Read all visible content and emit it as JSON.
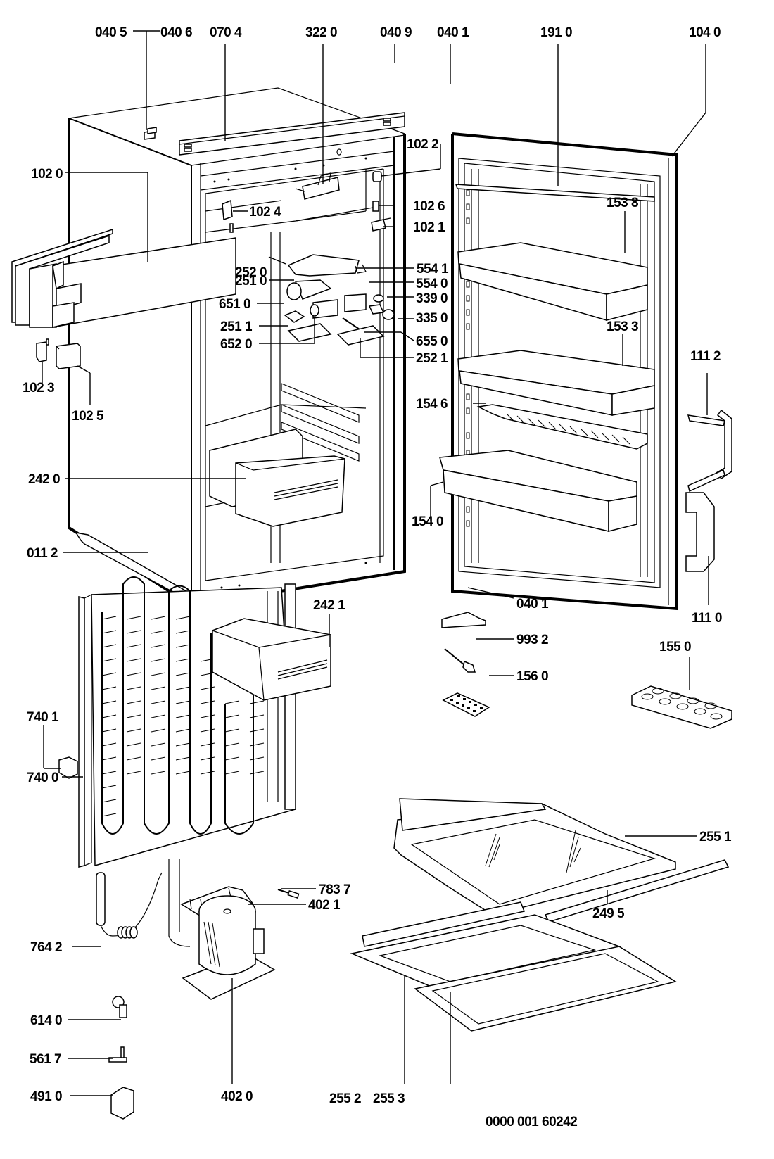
{
  "diagram": {
    "title": "Refrigerator exploded parts diagram",
    "document_number": "0000 001 60242",
    "labels": {
      "p0405": "040 5",
      "p0406": "040 6",
      "p0704": "070 4",
      "p3220": "322 0",
      "p0409": "040 9",
      "p0401_top": "040 1",
      "p1910": "191 0",
      "p1040": "104 0",
      "p1022": "102 2",
      "p1020": "102 0",
      "p1024": "102 4",
      "p1026": "102 6",
      "p1021": "102 1",
      "p1538": "153 8",
      "p2520": "252 0",
      "p5541": "554 1",
      "p2510": "251 0",
      "p5540": "554 0",
      "p6510": "651 0",
      "p3390": "339 0",
      "p3350": "335 0",
      "p2511": "251 1",
      "p1533": "153 3",
      "p6550": "655 0",
      "p6520": "652 0",
      "p2521": "252 1",
      "p1023": "102 3",
      "p1025": "102 5",
      "p1112": "111 2",
      "p1546": "154 6",
      "p2420": "242 0",
      "p1540": "154 0",
      "p0112": "011 2",
      "p0401_bottom": "040 1",
      "p2421": "242 1",
      "p1110": "111 0",
      "p9932": "993 2",
      "p1550": "155 0",
      "p7401": "740 1",
      "p1560": "156 0",
      "p7400": "740 0",
      "p2551": "255 1",
      "p7837": "783 7",
      "p4021": "402 1",
      "p2495": "249 5",
      "p7642": "764 2",
      "p6140": "614 0",
      "p5617": "561 7",
      "p4910": "491 0",
      "p4020": "402 0",
      "p2552": "255 2",
      "p2553": "255 3"
    }
  }
}
